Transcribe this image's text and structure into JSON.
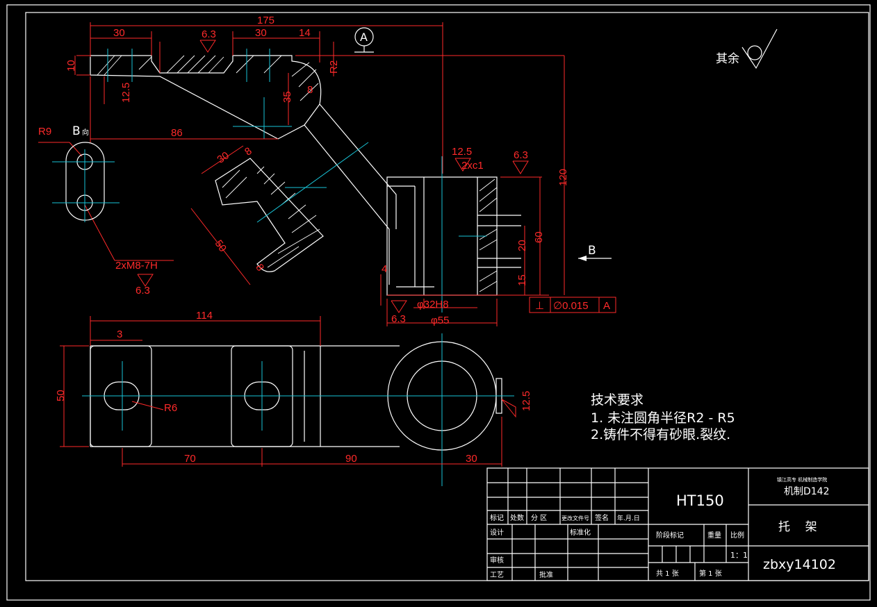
{
  "dimensions": {
    "top": [
      "175",
      "30",
      "30",
      "14",
      "6.3",
      "10",
      "12.5",
      "35",
      "8",
      "R2"
    ],
    "mid": [
      "86",
      "30",
      "8",
      "50",
      "8",
      "4"
    ],
    "right": [
      "120",
      "60",
      "20",
      "15",
      "12.5",
      "2xc1",
      "6.3"
    ],
    "bottom_center": [
      "φ32H8",
      "φ55",
      "6.3"
    ],
    "plan": [
      "114",
      "3",
      "50",
      "R6",
      "70",
      "90",
      "30",
      "12.5"
    ]
  },
  "datum_a": "A",
  "tolerance": {
    "symbol": "⊥",
    "value": "∅0.015",
    "datum": "A"
  },
  "view_b": {
    "label_left": "B",
    "label_left_suffix": "向",
    "arrow_label": "B"
  },
  "b_view_dims": {
    "radius": "R9",
    "thread": "2xM8-7H",
    "roughness": "6.3"
  },
  "roughness_other": "其余",
  "tech_requirements": {
    "title": "技术要求",
    "items": [
      "1. 未注圆角半径R2 - R5",
      "2.铸件不得有砂眼.裂纹."
    ]
  },
  "title_block": {
    "material": "HT150",
    "school": "镇江高专 机械制造学院",
    "class": "机制D142",
    "part_name": "托    架",
    "drawing_no": "zbxy14102",
    "headers": [
      "标记",
      "处数",
      "分  区",
      "更改文件号",
      "签名",
      "年.月.日"
    ],
    "design": "设计",
    "standardize": "标准化",
    "review": "审核",
    "process": "工艺",
    "approve": "批准",
    "stage": "阶段标记",
    "weight": "重量",
    "scale_label": "比例",
    "scale": "1：1",
    "sheets_total": "共 1  张",
    "sheet_no": "第 1  张"
  }
}
